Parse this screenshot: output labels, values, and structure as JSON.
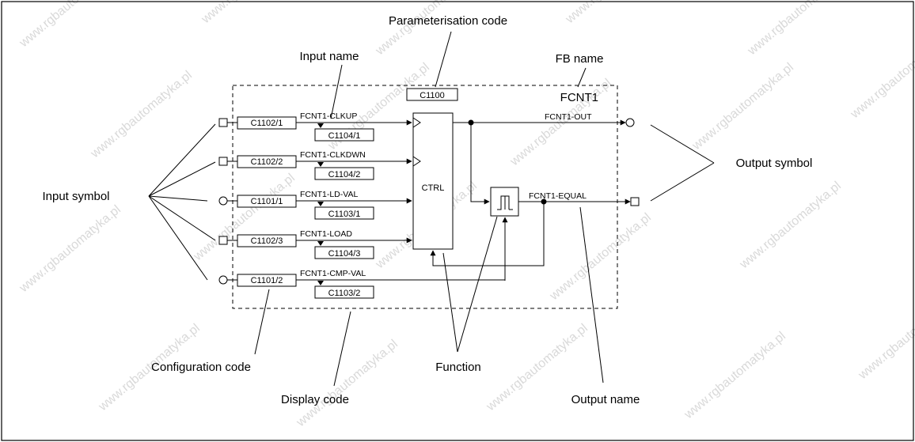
{
  "fb": {
    "name": "FCNT1",
    "block_label": "CTRL"
  },
  "callouts": {
    "parameterisation_code": "Parameterisation code",
    "input_name": "Input name",
    "fb_name": "FB name",
    "input_symbol": "Input symbol",
    "output_symbol": "Output symbol",
    "configuration_code": "Configuration code",
    "display_code": "Display code",
    "function": "Function",
    "output_name": "Output name"
  },
  "parameter_code": "C1100",
  "inputs": [
    {
      "config_code": "C1102/1",
      "signal": "FCNT1-CLKUP",
      "display_code": "C1104/1",
      "symbol": "square"
    },
    {
      "config_code": "C1102/2",
      "signal": "FCNT1-CLKDWN",
      "display_code": "C1104/2",
      "symbol": "square"
    },
    {
      "config_code": "C1101/1",
      "signal": "FCNT1-LD-VAL",
      "display_code": "C1103/1",
      "symbol": "circle"
    },
    {
      "config_code": "C1102/3",
      "signal": "FCNT1-LOAD",
      "display_code": "C1104/3",
      "symbol": "square"
    },
    {
      "config_code": "C1101/2",
      "signal": "FCNT1-CMP-VAL",
      "display_code": "C1103/2",
      "symbol": "circle"
    }
  ],
  "outputs": [
    {
      "signal": "FCNT1-OUT",
      "symbol": "circle"
    },
    {
      "signal": "FCNT1-EQUAL",
      "symbol": "square"
    }
  ],
  "watermark": "www.rgbautomatyka.pl"
}
